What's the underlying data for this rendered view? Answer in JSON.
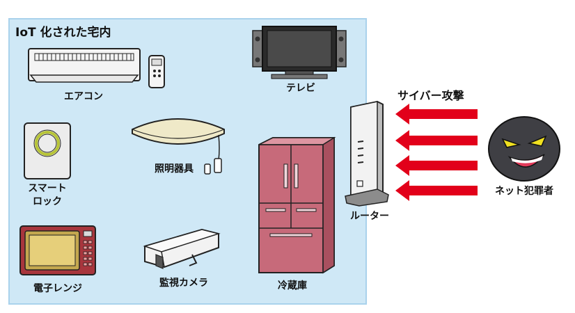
{
  "title": "IoT 化された宅内",
  "devices": {
    "air_conditioner": "エアコン",
    "tv": "テレビ",
    "smart_lock_line1": "スマート",
    "smart_lock_line2": "ロック",
    "lighting": "照明器具",
    "microwave": "電子レンジ",
    "camera": "監視カメラ",
    "refrigerator": "冷蔵庫",
    "router": "ルーター"
  },
  "attack": {
    "label": "サイバー攻撃",
    "attacker": "ネット犯罪者",
    "arrow_count": 4
  },
  "colors": {
    "panel_bg": "#cfe8f6",
    "fridge": "#c76a7a",
    "microwave": "#a8363d",
    "arrow": "#e2001a",
    "attacker": "#3f3f44",
    "attacker_eyes": "#f0e020"
  }
}
